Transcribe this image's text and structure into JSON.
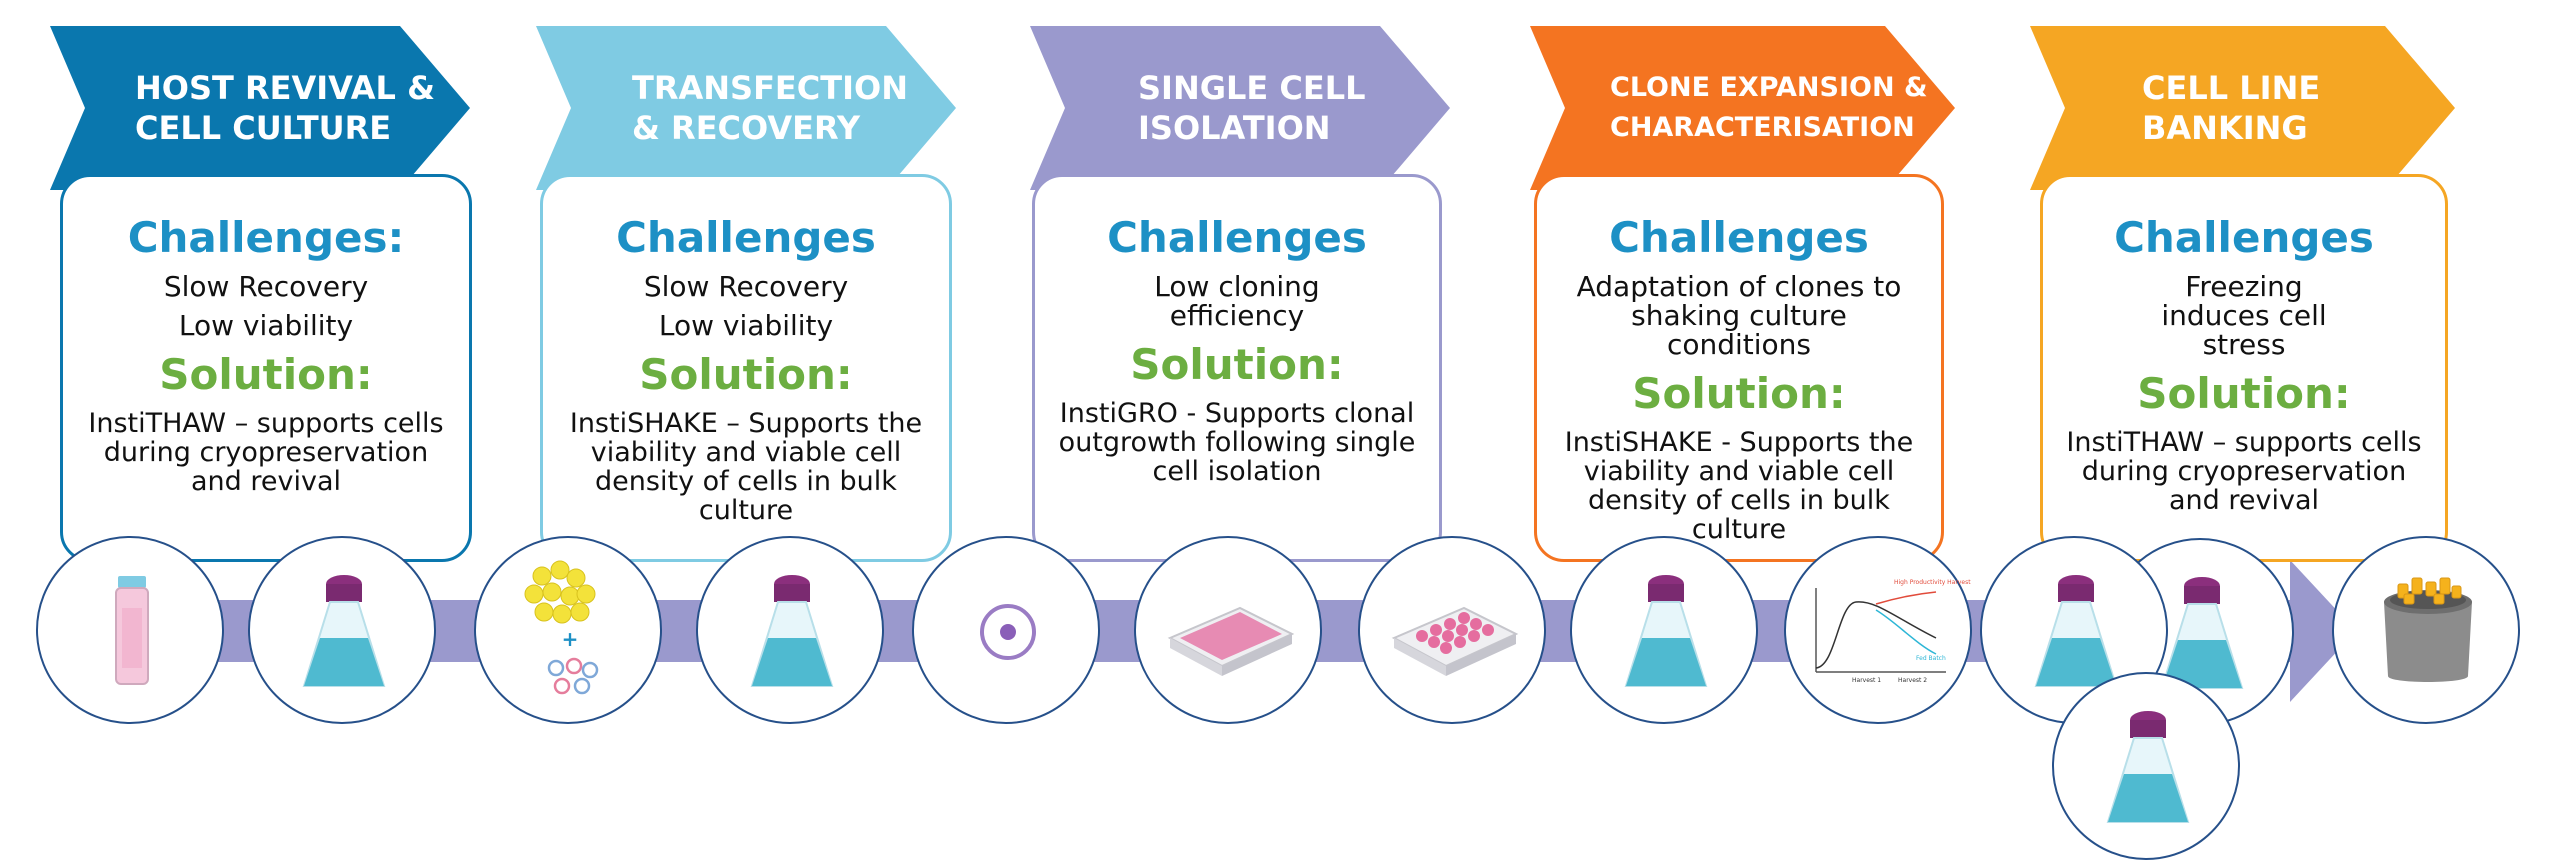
{
  "colors": {
    "host": "#0a77ae",
    "transfection": "#7fcbe3",
    "single": "#9a99cd",
    "clone": "#f47421",
    "banking": "#f5a623",
    "timeline": "#9a99cd",
    "circle_border": "#26508a",
    "challenge_text": "#1d90c5",
    "solution_text": "#6cae41"
  },
  "stages": [
    {
      "title_line1": "HOST REVIVAL &",
      "title_line2": "CELL CULTURE",
      "challenge_heading": "Challenges:",
      "challenges": [
        "Slow Recovery",
        "Low viability"
      ],
      "solution_heading": "Solution:",
      "solution": "InstiTHAW – supports cells during cryopreservation and revival"
    },
    {
      "title_line1": "TRANSFECTION",
      "title_line2": "& RECOVERY",
      "challenge_heading": "Challenges",
      "challenges": [
        "Slow Recovery",
        "Low viability"
      ],
      "solution_heading": "Solution:",
      "solution": "InstiSHAKE – Supports the viability and viable cell density of cells in bulk culture"
    },
    {
      "title_line1": "SINGLE CELL",
      "title_line2": "ISOLATION",
      "challenge_heading": "Challenges",
      "challenges": [
        "Low cloning efficiency"
      ],
      "solution_heading": "Solution:",
      "solution": "InstiGRO - Supports clonal outgrowth following single cell isolation"
    },
    {
      "title_line1": "CLONE EXPANSION &",
      "title_line2": "CHARACTERISATION",
      "challenge_heading": "Challenges",
      "challenges": [
        "Adaptation of clones to shaking culture conditions"
      ],
      "solution_heading": "Solution:",
      "solution": "InstiSHAKE - Supports the viability and viable cell density of cells in bulk culture"
    },
    {
      "title_line1": "CELL LINE",
      "title_line2": "BANKING",
      "challenge_heading": "Challenges",
      "challenges": [
        "Freezing induces cell stress"
      ],
      "solution_heading": "Solution:",
      "solution": "InstiTHAW – supports cells during cryopreservation and revival"
    }
  ],
  "icons": [
    "cryovial-icon",
    "flask-icon",
    "cells-transfection-icon",
    "flask-icon",
    "single-cell-icon",
    "well-plate-96-icon",
    "well-plate-24-icon",
    "flask-icon",
    "growth-curve-chart-icon",
    "flask-icon",
    "flask-icon",
    "flask-icon",
    "cryo-storage-tank-icon"
  ],
  "graph_icon": {
    "high_label": "High Productivity Harvest",
    "fed_label": "Fed Batch",
    "x1": "Harvest 1",
    "x2": "Harvest 2"
  }
}
